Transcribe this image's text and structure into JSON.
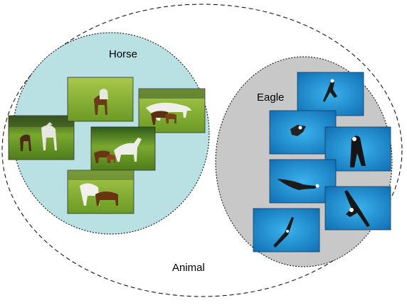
{
  "labels": {
    "horse": "Horse",
    "eagle": "Eagle",
    "animal": "Animal"
  },
  "colors": {
    "horse_region": "#b9e1e4",
    "eagle_region": "#c8c8c8",
    "photo_grass": "#6a9a2a",
    "photo_sky": "#1e8fd0"
  },
  "horse_photos": [
    {
      "subject": "two horses in a field"
    },
    {
      "subject": "mare and foal in grass"
    },
    {
      "subject": "grey horse and foals"
    },
    {
      "subject": "grey horse with foal"
    },
    {
      "subject": "white horse and brown foal"
    }
  ],
  "eagle_photos": [
    {
      "subject": "eagle flying"
    },
    {
      "subject": "eagle in flight from below"
    },
    {
      "subject": "eagle wings spread"
    },
    {
      "subject": "eagle gliding"
    },
    {
      "subject": "eagle soaring"
    },
    {
      "subject": "eagle wings up"
    }
  ]
}
